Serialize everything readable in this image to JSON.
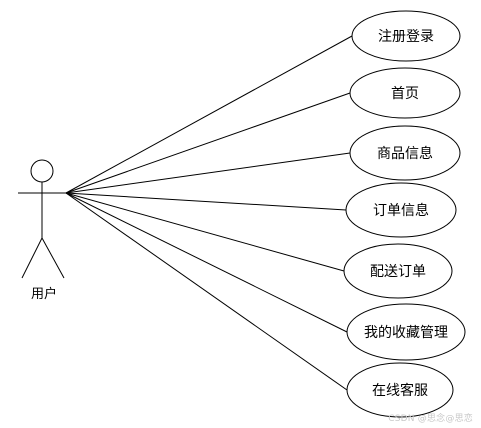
{
  "actor": {
    "label": "用户"
  },
  "use_cases": [
    {
      "label": "注册登录"
    },
    {
      "label": "首页"
    },
    {
      "label": "商品信息"
    },
    {
      "label": "订单信息"
    },
    {
      "label": "配送订单"
    },
    {
      "label": "我的收藏管理"
    },
    {
      "label": "在线客服"
    }
  ],
  "watermark": "CSDN @思念@思恋",
  "colors": {
    "line": "#000000",
    "background": "#ffffff",
    "watermark": "#c8c8c8"
  }
}
